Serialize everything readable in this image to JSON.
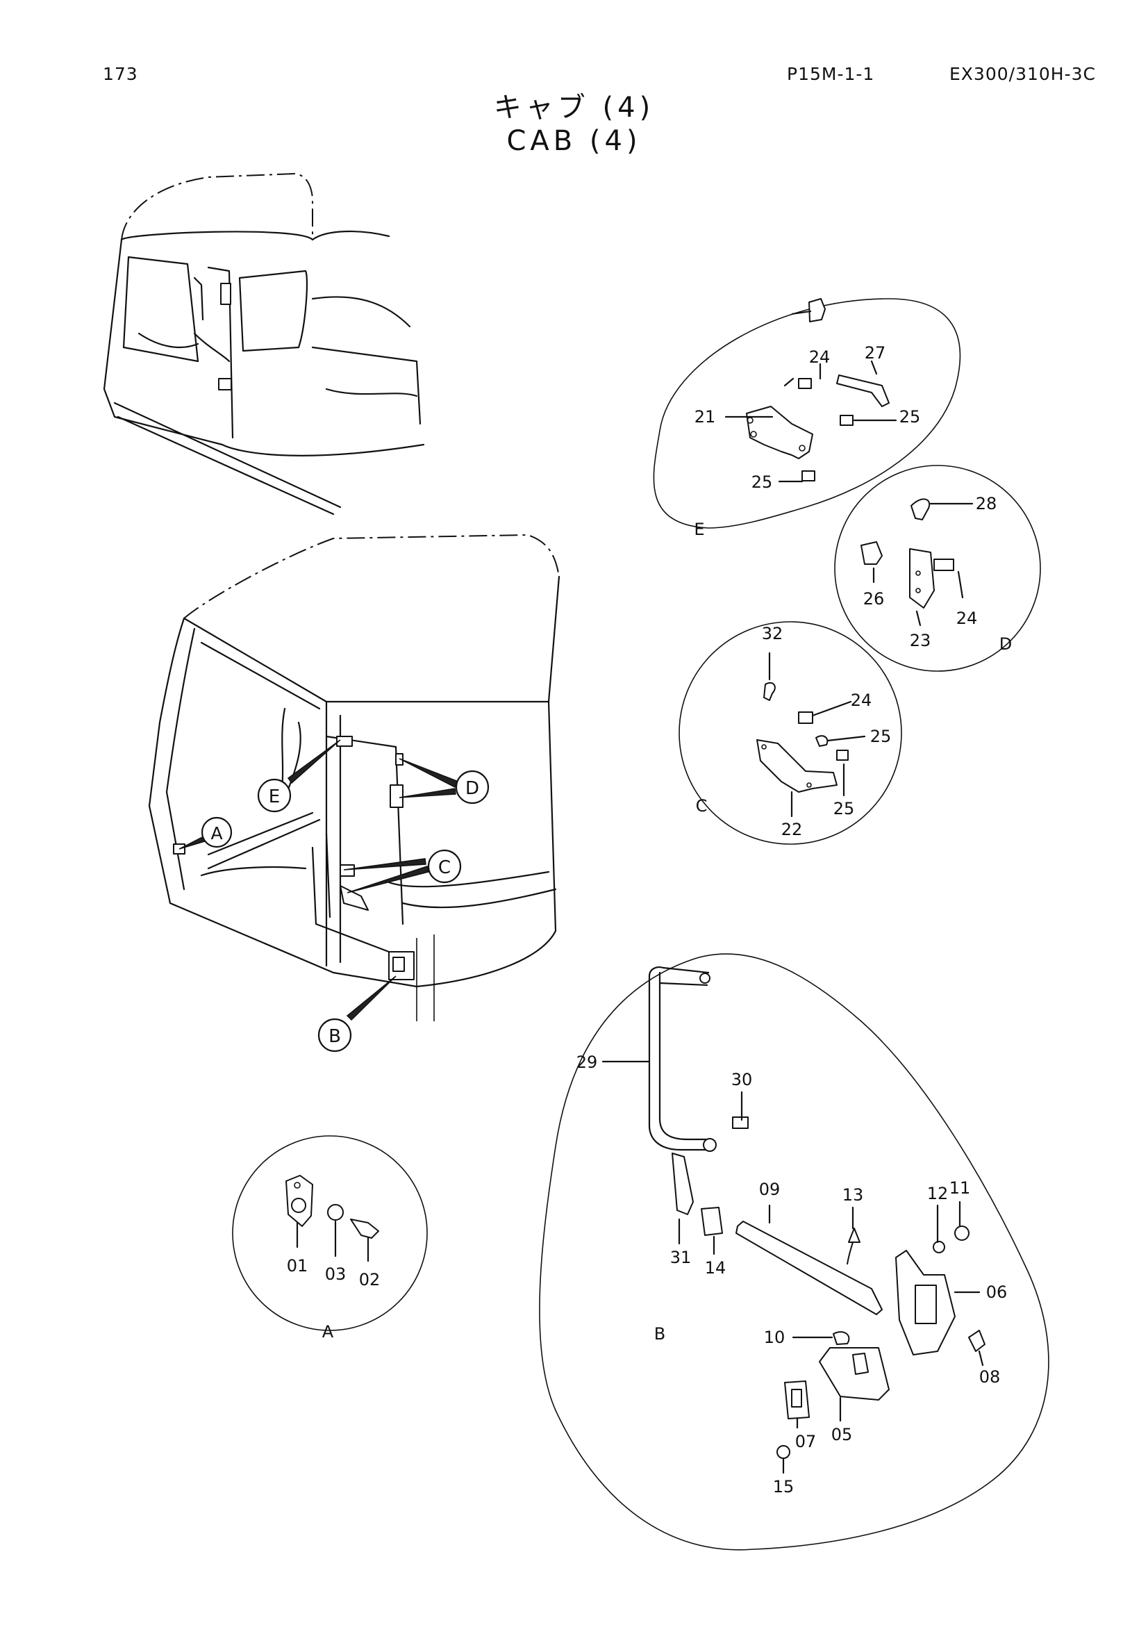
{
  "header": {
    "page_number": "173",
    "section_code": "P15M-1-1",
    "model": "EX300/310H-3C"
  },
  "title": {
    "japanese": "キャブ (4)",
    "english": "CAB (4)"
  },
  "callouts": {
    "A": "A",
    "B": "B",
    "C": "C",
    "D": "D",
    "E": "E"
  },
  "detail_views": {
    "A": {
      "label": "A",
      "parts": [
        "01",
        "03",
        "02"
      ]
    },
    "B": {
      "label": "B",
      "parts": [
        "29",
        "30",
        "31",
        "14",
        "09",
        "13",
        "12",
        "11",
        "06",
        "10",
        "08",
        "05",
        "07",
        "15"
      ]
    },
    "C": {
      "label": "C",
      "parts": [
        "32",
        "24",
        "25",
        "22",
        "25"
      ]
    },
    "D": {
      "label": "D",
      "parts": [
        "28",
        "26",
        "23",
        "24"
      ]
    },
    "E": {
      "label": "E",
      "parts": [
        "24",
        "27",
        "21",
        "25",
        "25"
      ]
    }
  }
}
